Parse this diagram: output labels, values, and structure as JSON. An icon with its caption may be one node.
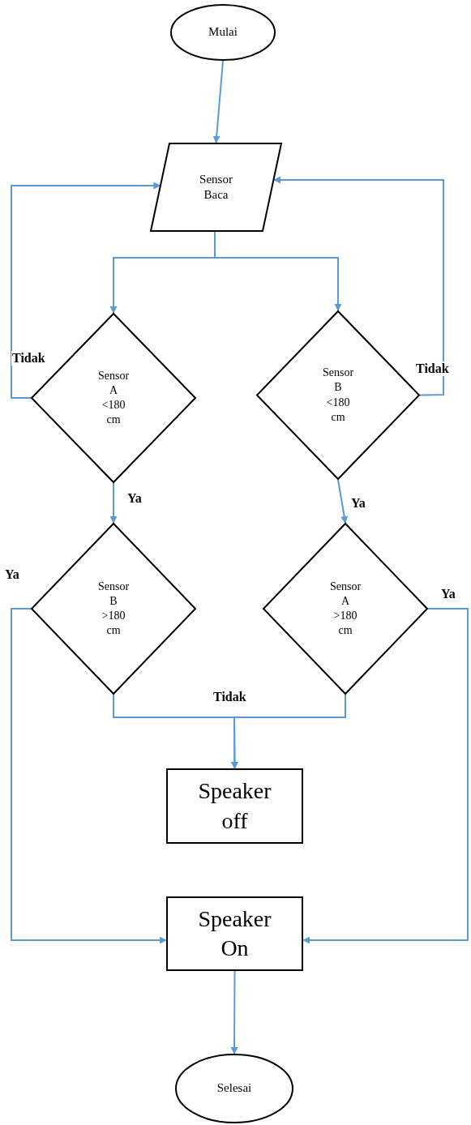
{
  "diagram": {
    "nodes": [
      {
        "text": [
          "Mulai"
        ]
      },
      {
        "text": [
          "Sensor Baca"
        ]
      },
      {
        "text": [
          "Sensor A <180 cm"
        ]
      },
      {
        "text": [
          "Sensor B <180 cm"
        ]
      },
      {
        "text": [
          "Sensor B >180 cm"
        ]
      },
      {
        "text": [
          "Sensor A >180 cm"
        ]
      },
      {
        "text": [
          "Speaker off"
        ]
      },
      {
        "text": [
          "Speaker On"
        ]
      },
      {
        "text": [
          "Selesai"
        ]
      }
    ],
    "edges": [
      {
        "from": 0,
        "to": 1,
        "arrow": "to"
      },
      {
        "from": 1,
        "to": 2,
        "arrow": "to"
      },
      {
        "from": 1,
        "to": 3,
        "arrow": "to"
      },
      {
        "from": 2,
        "to": 1,
        "arrow": "to",
        "label": "Tidak"
      },
      {
        "from": 3,
        "to": 1,
        "arrow": "to",
        "label": "Tidak"
      },
      {
        "from": 2,
        "to": 4,
        "arrow": "to",
        "label": "Ya"
      },
      {
        "from": 3,
        "to": 5,
        "arrow": "to",
        "label": "Ya"
      },
      {
        "from": 4,
        "to": 6,
        "arrow": "to",
        "label": "Tidak"
      },
      {
        "from": 5,
        "to": 6,
        "arrow": "to"
      },
      {
        "from": 4,
        "to": 7,
        "arrow": "to",
        "label": "Ya"
      },
      {
        "from": 5,
        "to": 7,
        "arrow": "to",
        "label": "Ya"
      },
      {
        "from": 7,
        "to": 8,
        "arrow": "to"
      }
    ]
  }
}
